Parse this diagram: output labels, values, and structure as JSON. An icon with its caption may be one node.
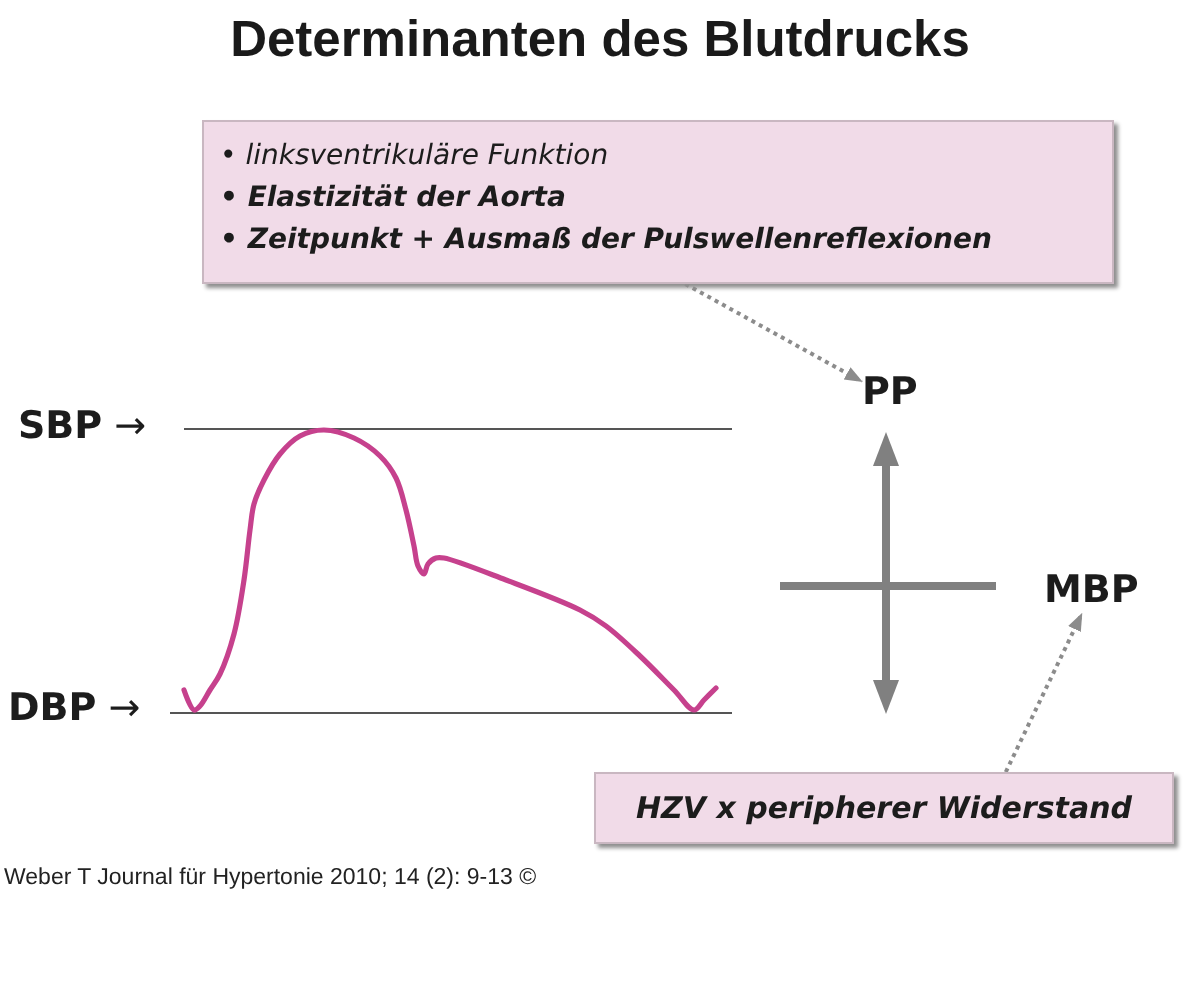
{
  "diagram": {
    "title": "Determinanten des Blutdrucks",
    "nodes": [
      {
        "text": [
          "• linksventrikuläre Funktion",
          "• Elastizität der Aorta",
          "• Zeitpunkt + Ausmaß der Pulswellenreflexionen"
        ]
      },
      {
        "text": [
          "PP"
        ]
      },
      {
        "text": [
          "MBP"
        ]
      },
      {
        "text": [
          "HZV x peripherer Widerstand"
        ]
      }
    ],
    "edges": [
      {
        "from": 0,
        "to": 1,
        "arrow": "to",
        "style": "dashed"
      },
      {
        "from": 3,
        "to": 2,
        "arrow": "to",
        "style": "dashed"
      }
    ],
    "labels": [
      "**SBP** →",
      "**DBP** →",
      "Weber T Journal für Hypertonie 2010; 14 (2): 9-13 ©"
    ]
  }
}
